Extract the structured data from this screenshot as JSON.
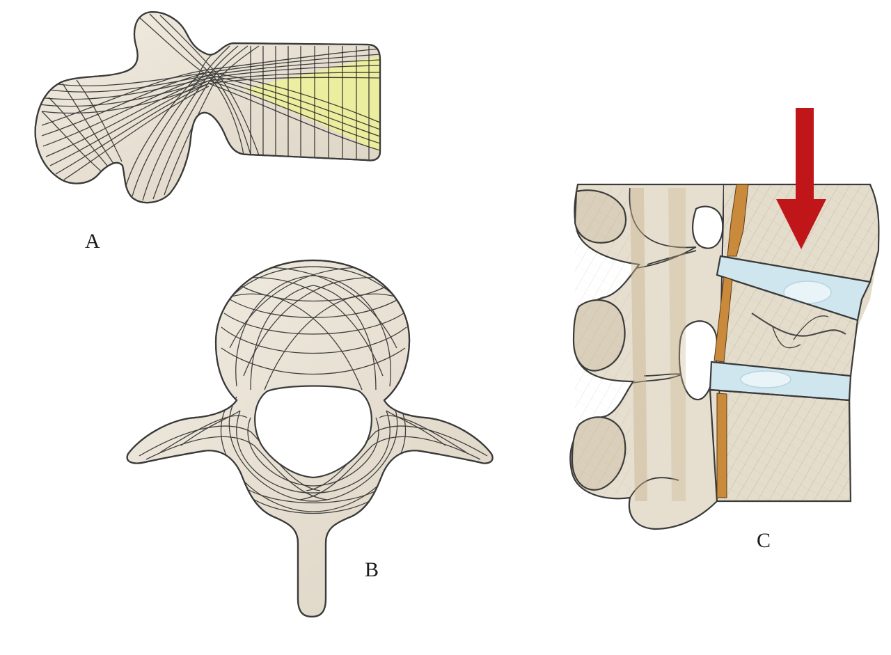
{
  "labels": {
    "a": "A",
    "b": "B",
    "c": "C"
  },
  "colors": {
    "bone": "#e8e2d6",
    "bone_shadow": "#cfc4ad",
    "cortex": "#c98a3c",
    "disc": "#cfe6ef",
    "weak_zone": "#ecef9a",
    "arrow": "#c0161a",
    "trabecula": "#222222"
  }
}
